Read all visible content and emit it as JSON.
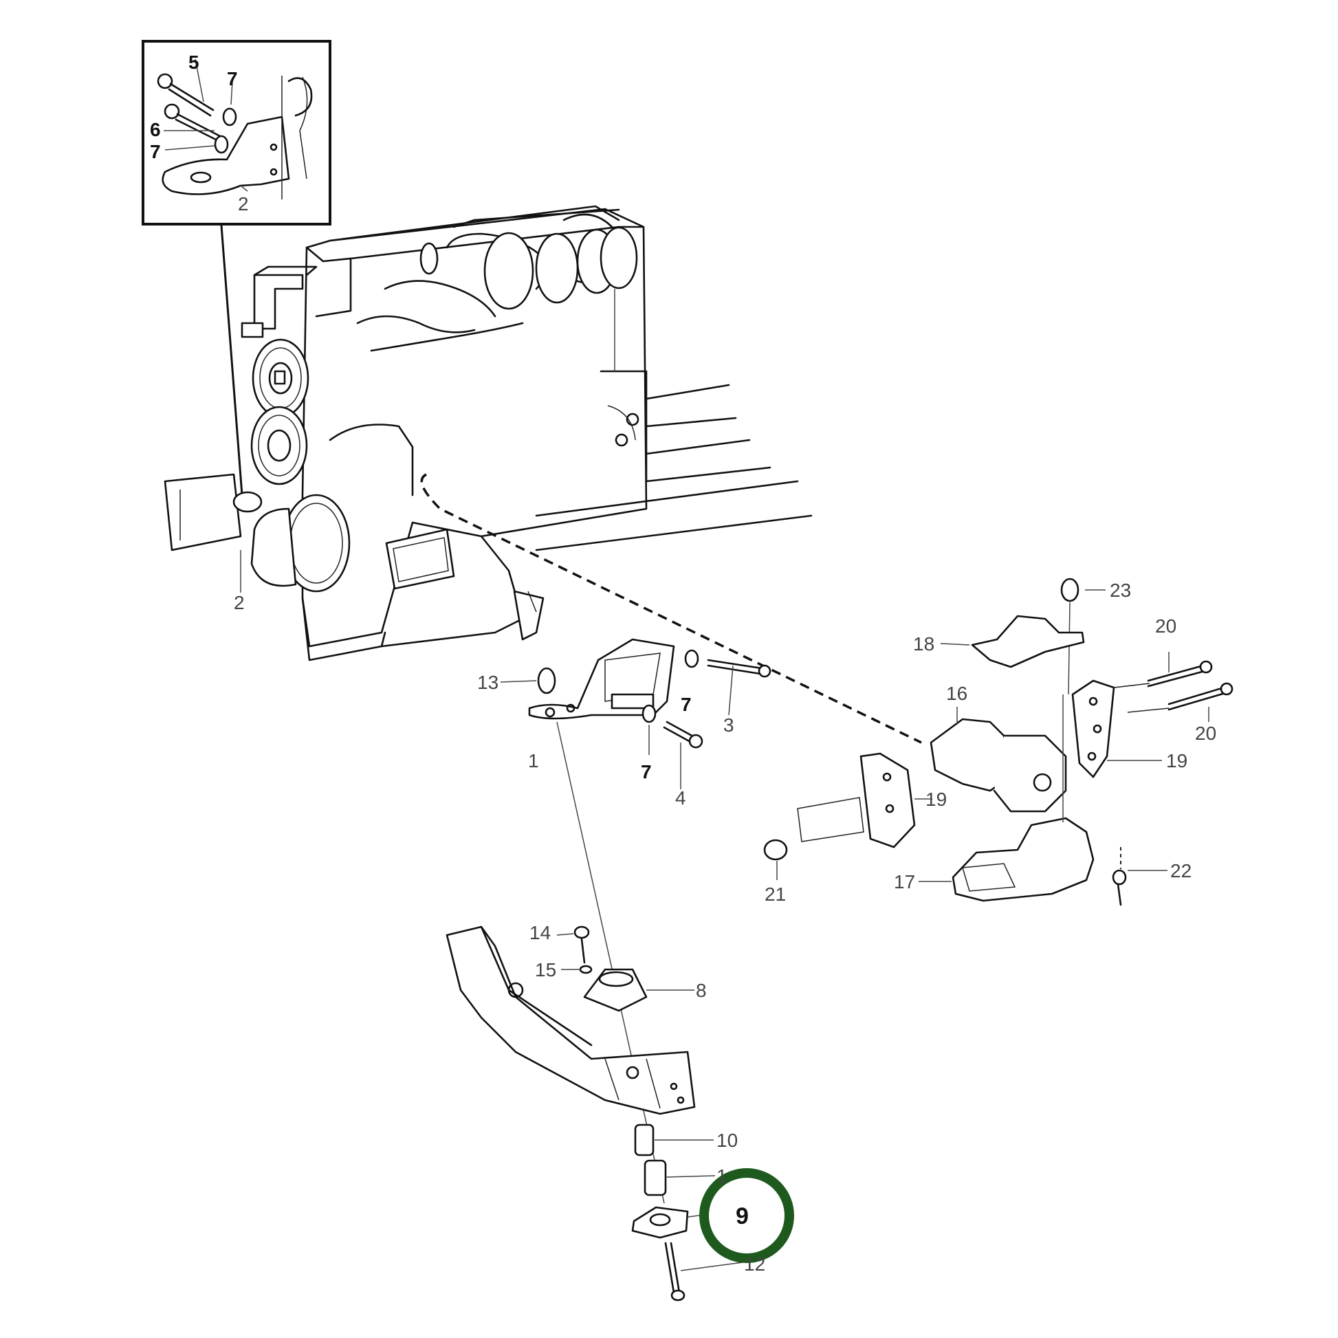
{
  "highlight": {
    "label": "9",
    "color": "#1e5a1e"
  },
  "callouts": [
    {
      "id": "inset-5",
      "text": "5"
    },
    {
      "id": "inset-7a",
      "text": "7"
    },
    {
      "id": "inset-6",
      "text": "6"
    },
    {
      "id": "inset-7b",
      "text": "7"
    },
    {
      "id": "inset-2",
      "text": "2"
    },
    {
      "id": "engine-2",
      "text": "2"
    },
    {
      "id": "p13",
      "text": "13"
    },
    {
      "id": "p1",
      "text": "1"
    },
    {
      "id": "p7a",
      "text": "7"
    },
    {
      "id": "p3",
      "text": "3"
    },
    {
      "id": "p7b",
      "text": "7"
    },
    {
      "id": "p4",
      "text": "4"
    },
    {
      "id": "p23",
      "text": "23"
    },
    {
      "id": "p18",
      "text": "18"
    },
    {
      "id": "p20a",
      "text": "20"
    },
    {
      "id": "p16",
      "text": "16"
    },
    {
      "id": "p20b",
      "text": "20"
    },
    {
      "id": "p19a",
      "text": "19"
    },
    {
      "id": "p19b",
      "text": "19"
    },
    {
      "id": "p21",
      "text": "21"
    },
    {
      "id": "p17",
      "text": "17"
    },
    {
      "id": "p22",
      "text": "22"
    },
    {
      "id": "p14",
      "text": "14"
    },
    {
      "id": "p15",
      "text": "15"
    },
    {
      "id": "p8",
      "text": "8"
    },
    {
      "id": "p10",
      "text": "10"
    },
    {
      "id": "p11",
      "text": "1"
    },
    {
      "id": "p12",
      "text": "12"
    }
  ]
}
